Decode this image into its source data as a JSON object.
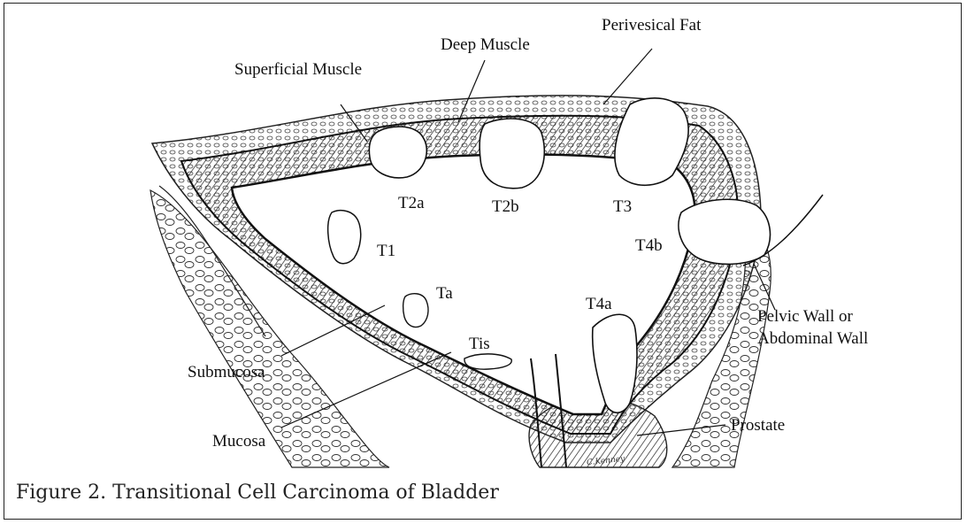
{
  "labels": {
    "deep_muscle": "Deep Muscle",
    "perivesical_fat": "Perivesical Fat",
    "superficial_muscle": "Superficial Muscle",
    "t2a": "T2a",
    "t2b": "T2b",
    "t3": "T3",
    "t1": "T1",
    "t4b": "T4b",
    "ta": "Ta",
    "t4a": "T4a",
    "tis": "Tis",
    "pelvic_wall_1": "Pelvic Wall or",
    "pelvic_wall_2": "Abdominal Wall",
    "submucosa": "Submucosa",
    "mucosa": "Mucosa",
    "prostate": "Prostate"
  },
  "signature": "C.Kenney",
  "caption": "Figure 2.  Transitional Cell Carcinoma of Bladder"
}
